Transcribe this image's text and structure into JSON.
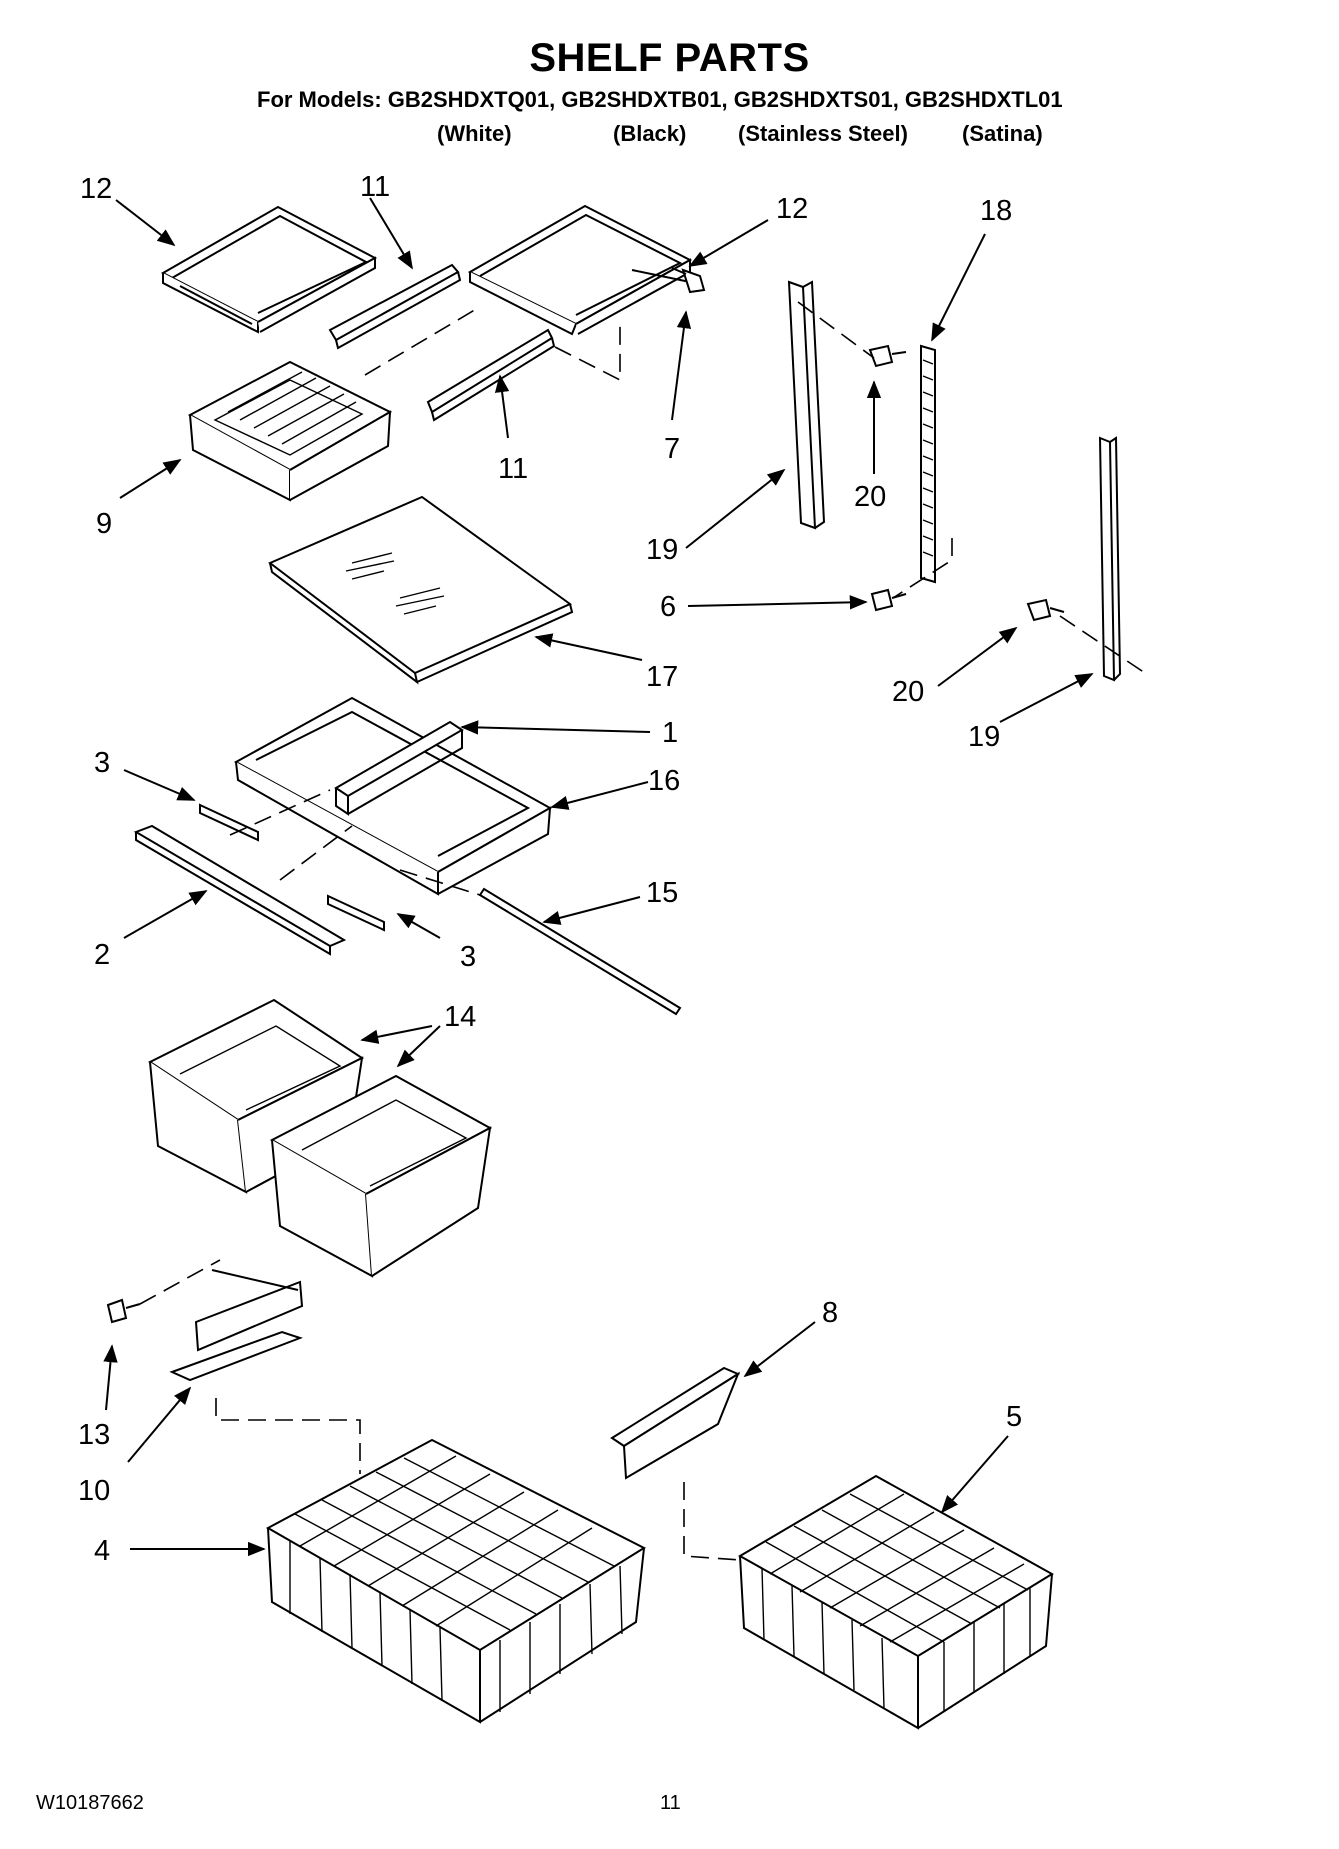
{
  "header": {
    "title": "SHELF PARTS",
    "models_line": "For Models: GB2SHDXTQ01, GB2SHDXTB01, GB2SHDXTS01, GB2SHDXTL01",
    "variants": [
      "(White)",
      "(Black)",
      "(Stainless Steel)",
      "(Satina)"
    ]
  },
  "callouts": {
    "c12a": "12",
    "c11a": "11",
    "c12b": "12",
    "c18": "18",
    "c7": "7",
    "c11b": "11",
    "c9": "9",
    "c20a": "20",
    "c19a": "19",
    "c6": "6",
    "c17": "17",
    "c20b": "20",
    "c19b": "19",
    "c1": "1",
    "c3a": "3",
    "c16": "16",
    "c15": "15",
    "c2": "2",
    "c3b": "3",
    "c14": "14",
    "c8": "8",
    "c13": "13",
    "c5": "5",
    "c10": "10",
    "c4": "4"
  },
  "footer": {
    "doc_number": "W10187662",
    "page_number": "11"
  }
}
